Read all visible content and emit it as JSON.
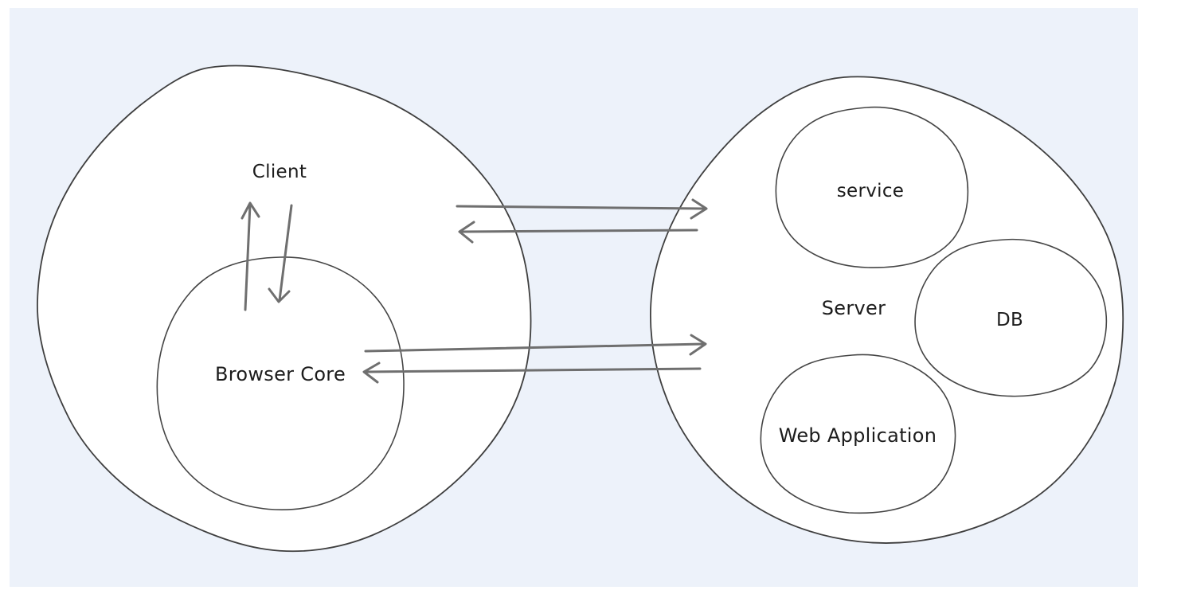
{
  "diagram": {
    "client_group": {
      "label": "Client"
    },
    "browser_core_node": {
      "label": "Browser Core"
    },
    "server_group": {
      "label": "Server"
    },
    "service_node": {
      "label": "service"
    },
    "db_node": {
      "label": "DB"
    },
    "web_application_node": {
      "label": "Web Application"
    },
    "colors": {
      "canvas_background": "#edf2fa",
      "shape_fill": "#ffffff",
      "shape_stroke": "#3f3f3f",
      "arrow": "#6f6f6f",
      "text": "#1c1c1c"
    }
  }
}
